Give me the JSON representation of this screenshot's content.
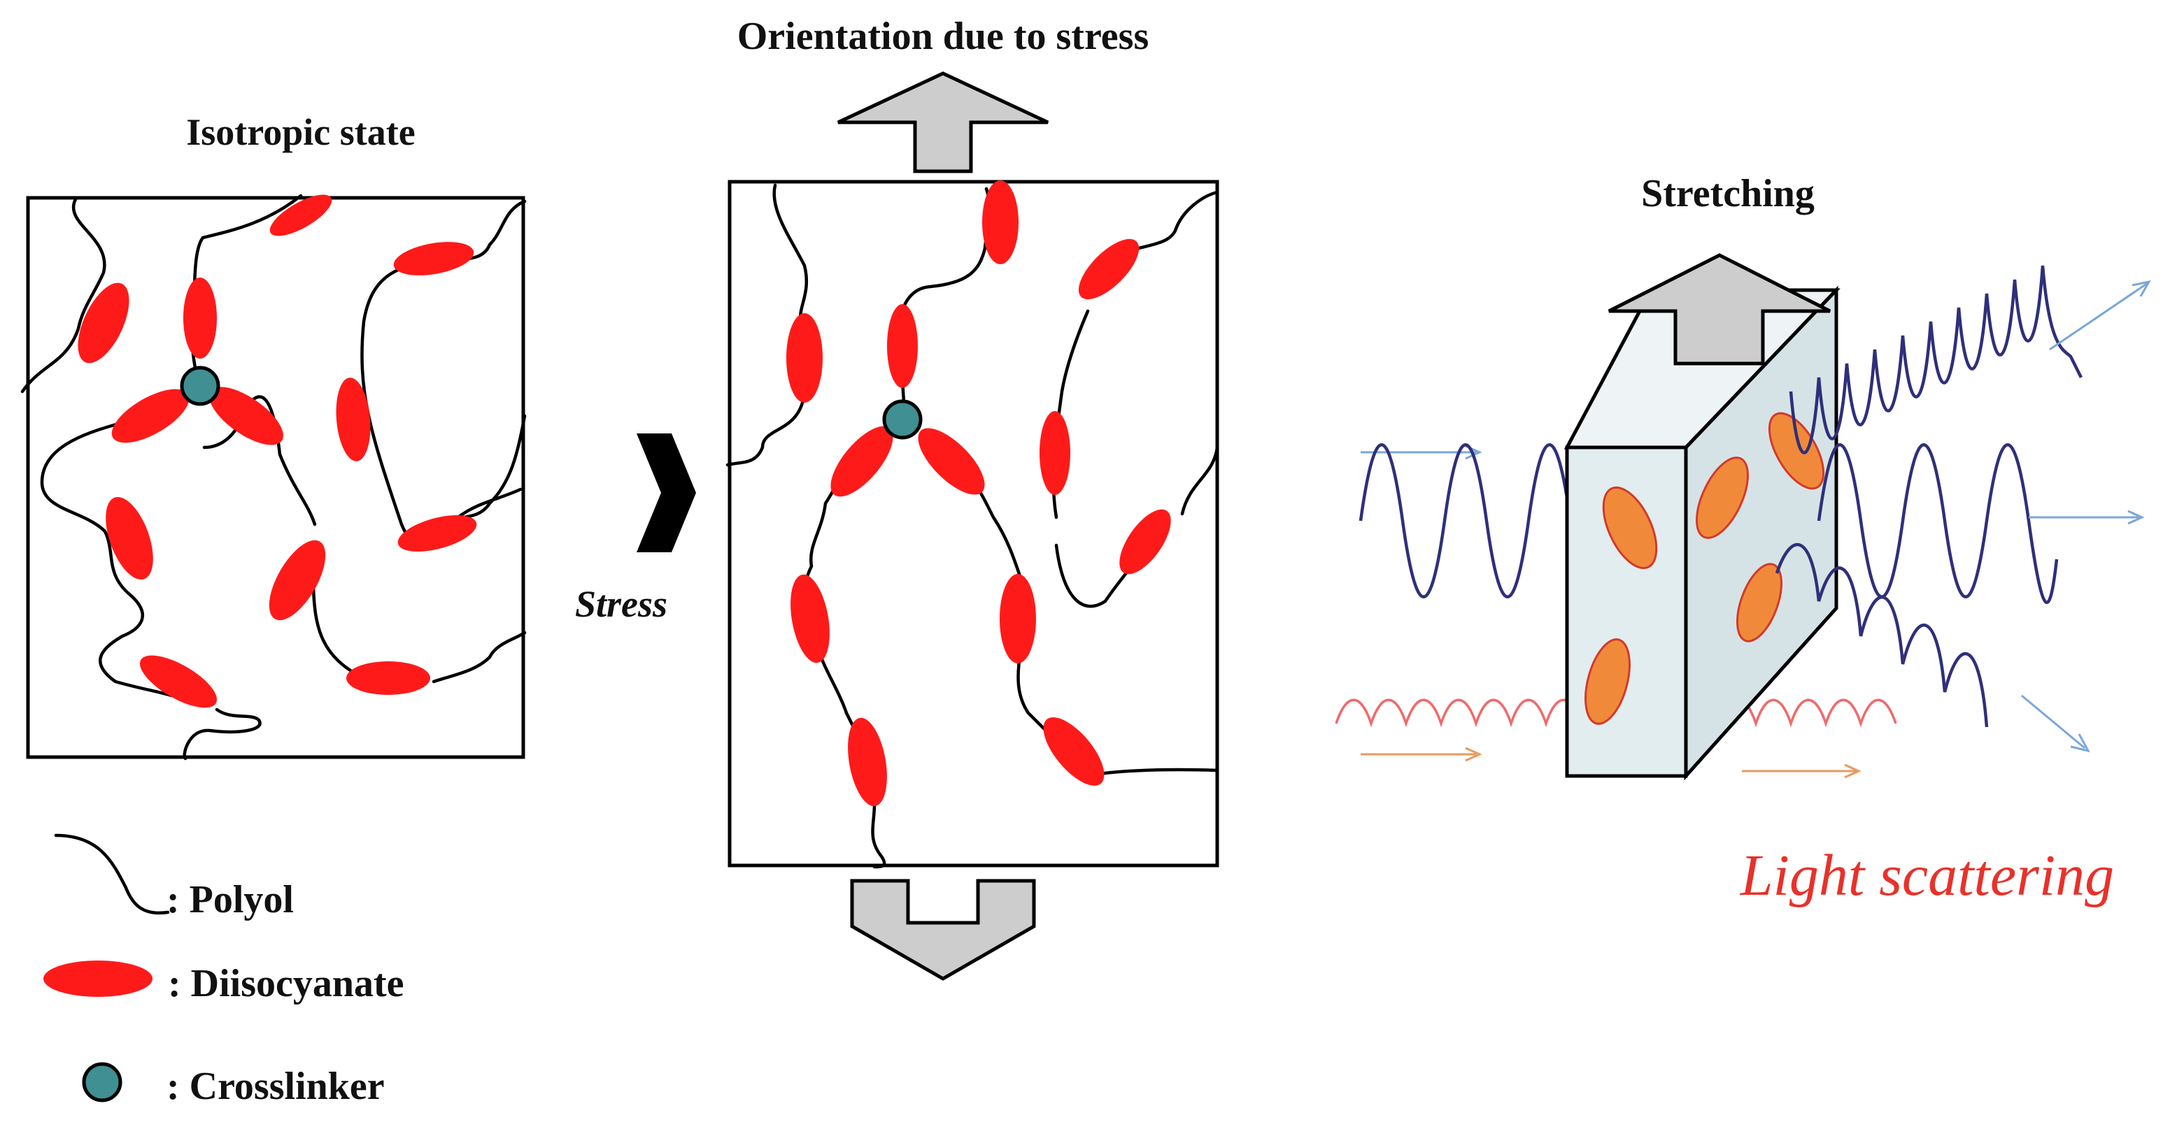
{
  "panels": {
    "isotropic": {
      "title": "Isotropic state"
    },
    "oriented": {
      "title": "Orientation due to stress"
    },
    "stretching": {
      "title": "Stretching",
      "caption": "Light scattering"
    }
  },
  "arrow_label": "Stress",
  "legend": [
    {
      "symbol": "polyol-chain-icon",
      "label": ":  Polyol"
    },
    {
      "symbol": "diisocyanate-ellipse-icon",
      "label": ": Diisocyanate"
    },
    {
      "symbol": "crosslinker-circle-icon",
      "label": ":  Crosslinker"
    }
  ],
  "colors": {
    "diisocyanate": "#ff1a1a",
    "crosslinker": "#3f8f93",
    "stress_arrow": "#cdcdcd",
    "block_face": "#e2edef",
    "block_particle": "#f08a3a",
    "wave_blue": "#2f2f7a",
    "wave_red": "#f06a6a",
    "caption": "#e8312a",
    "ray_blue": "#7aa7d8",
    "ray_orange": "#e89a60"
  }
}
